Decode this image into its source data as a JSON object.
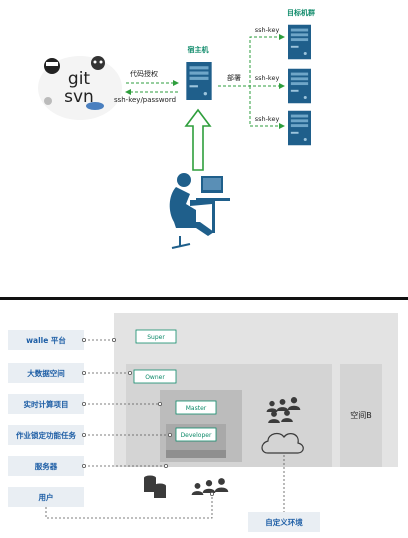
{
  "top": {
    "source_control": {
      "line1": "git",
      "line2": "svn"
    },
    "code_auth_label": "代码授权",
    "ssh_password_label": "ssh-key/password",
    "host_label": "宿主机",
    "deploy_label": "部署",
    "cluster_label": "目标机群",
    "ssh_key_label": "ssh-key"
  },
  "bottom": {
    "sidebar": [
      {
        "label": "walle 平台"
      },
      {
        "label": "大数据空间"
      },
      {
        "label": "实时计算项目"
      },
      {
        "label": "作业锁定功能任务"
      },
      {
        "label": "服务器"
      },
      {
        "label": "用户"
      }
    ],
    "roles": {
      "super": "Super",
      "owner": "Owner",
      "master": "Master",
      "developer": "Developer"
    },
    "space_b_label": "空间B",
    "custom_env_label": "自定义环境"
  },
  "colors": {
    "green_label": "#0e8a6a",
    "host_blue": "#1f5f8b",
    "arrow_green": "#2e9e3c",
    "sidebar_bg": "#e9eef3",
    "sidebar_text": "#1f5fa6",
    "panel_gray": "#e3e3e3",
    "inner_gray": "#c8c8c8"
  }
}
